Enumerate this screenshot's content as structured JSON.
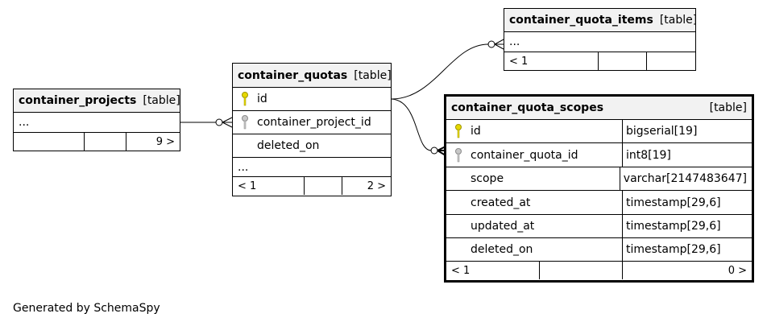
{
  "tables": {
    "projects": {
      "name": "container_projects",
      "kind": "[table]",
      "ellipsis": "...",
      "footer": [
        "",
        "",
        "9 >"
      ]
    },
    "quotas": {
      "name": "container_quotas",
      "kind": "[table]",
      "columns": [
        {
          "name": "id",
          "key": "primary"
        },
        {
          "name": "container_project_id",
          "key": "foreign"
        },
        {
          "name": "deleted_on",
          "key": "none"
        }
      ],
      "ellipsis": "...",
      "footer": [
        "< 1",
        "",
        "2 >"
      ]
    },
    "items": {
      "name": "container_quota_items",
      "kind": "[table]",
      "ellipsis": "...",
      "footer": [
        "< 1",
        "",
        ""
      ]
    },
    "scopes": {
      "name": "container_quota_scopes",
      "kind": "[table]",
      "columns": [
        {
          "name": "id",
          "type": "bigserial[19]",
          "key": "primary"
        },
        {
          "name": "container_quota_id",
          "type": "int8[19]",
          "key": "foreign"
        },
        {
          "name": "scope",
          "type": "varchar[2147483647]",
          "key": "none"
        },
        {
          "name": "created_at",
          "type": "timestamp[29,6]",
          "key": "none"
        },
        {
          "name": "updated_at",
          "type": "timestamp[29,6]",
          "key": "none"
        },
        {
          "name": "deleted_on",
          "type": "timestamp[29,6]",
          "key": "none"
        }
      ],
      "footer": [
        "< 1",
        "",
        "0 >"
      ]
    }
  },
  "colors": {
    "primary_key": "#e6d800",
    "foreign_key": "#b0b0b0",
    "header_bg": "#f2f2f2"
  },
  "credit": "Generated by SchemaSpy"
}
